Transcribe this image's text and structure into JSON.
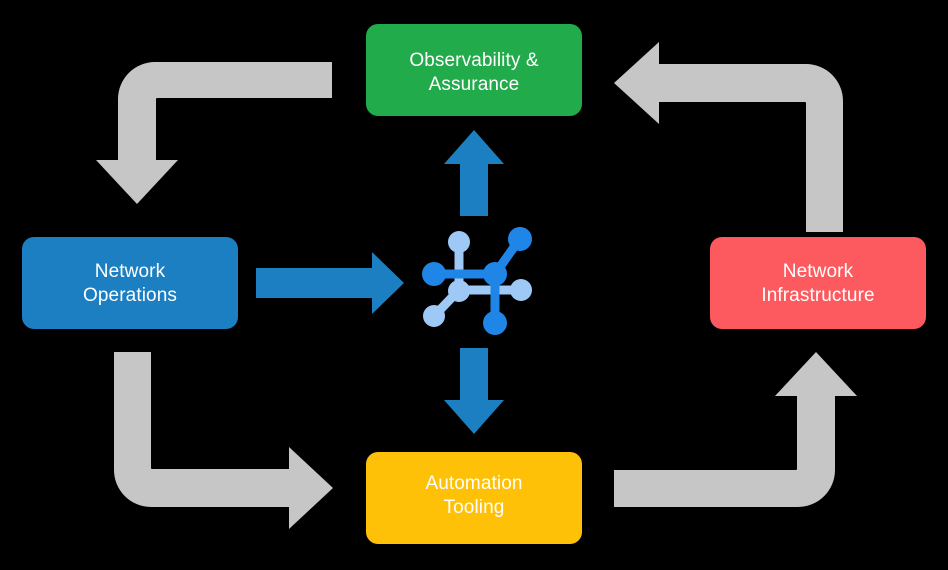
{
  "diagram": {
    "title": "Network automation lifecycle loop",
    "background_color": "#000000",
    "nodes": [
      {
        "id": "observability",
        "label_line1": "Observability &",
        "label_line2": "Assurance",
        "color": "#22ab4b",
        "position": "top"
      },
      {
        "id": "network-operations",
        "label_line1": "Network",
        "label_line2": "Operations",
        "color": "#1b7fc1",
        "position": "left"
      },
      {
        "id": "network-infrastructure",
        "label_line1": "Network",
        "label_line2": "Infrastructure",
        "color": "#fc5a5f",
        "position": "right"
      },
      {
        "id": "automation-tooling",
        "label_line1": "Automation",
        "label_line2": "Tooling",
        "color": "#ffc107",
        "position": "bottom"
      }
    ],
    "center_icon": {
      "name": "network-topology-icon",
      "color_primary": "#1f86e8",
      "color_secondary": "#9ec9f7"
    },
    "arrows": {
      "blue_color": "#1b7fc1",
      "gray_color": "#c6c6c6",
      "blue": [
        {
          "id": "operations-to-center",
          "direction": "right"
        },
        {
          "id": "center-to-observability",
          "direction": "up"
        },
        {
          "id": "center-to-automation",
          "direction": "down"
        }
      ],
      "gray": [
        {
          "id": "observability-to-operations",
          "direction": "left-then-down"
        },
        {
          "id": "operations-to-automation",
          "direction": "down-then-right"
        },
        {
          "id": "automation-to-infrastructure",
          "direction": "right-then-up"
        },
        {
          "id": "infrastructure-to-observability",
          "direction": "up-then-left"
        }
      ]
    }
  }
}
